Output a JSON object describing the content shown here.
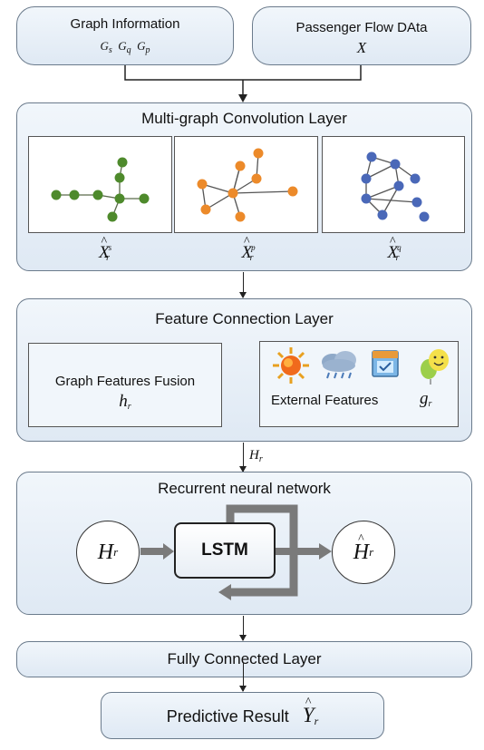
{
  "graph_info": {
    "title": "Graph Information",
    "sym_s": "G",
    "sub_s": "s",
    "sym_q": "G",
    "sub_q": "q",
    "sym_p": "G",
    "sub_p": "p"
  },
  "passenger": {
    "title": "Passenger Flow DAta",
    "symbol": "X"
  },
  "conv": {
    "title": "Multi-graph Convolution  Layer",
    "out_s": {
      "base": "X",
      "sub": "r",
      "sup": "s"
    },
    "out_p": {
      "base": "X",
      "sub": "r",
      "sup": "p"
    },
    "out_q": {
      "base": "X",
      "sub": "r",
      "sup": "q"
    }
  },
  "feature": {
    "title": "Feature Connection Layer",
    "fusion_label": "Graph Features Fusion",
    "fusion_sym": "h",
    "fusion_sub": "r",
    "external_label": "External Features",
    "external_sym": "g",
    "external_sub": "r"
  },
  "h_link": {
    "sym": "H",
    "sub": "r"
  },
  "rnn": {
    "title": "Recurrent neural network",
    "lstm": "LSTM",
    "in_sym": "H",
    "in_sub": "r",
    "out_sym": "H",
    "out_sub": "r"
  },
  "fc": {
    "title": "Fully Connected Layer"
  },
  "result": {
    "title": "Predictive Result",
    "sym": "Y",
    "sub": "r"
  },
  "colors": {
    "green_nodes": "#4e8a2c",
    "orange_nodes": "#ec8a2a",
    "blue_nodes": "#4a68b8"
  },
  "icons": [
    "sun-icon",
    "rain-cloud-icon",
    "calendar-icon",
    "balloon-icon"
  ]
}
